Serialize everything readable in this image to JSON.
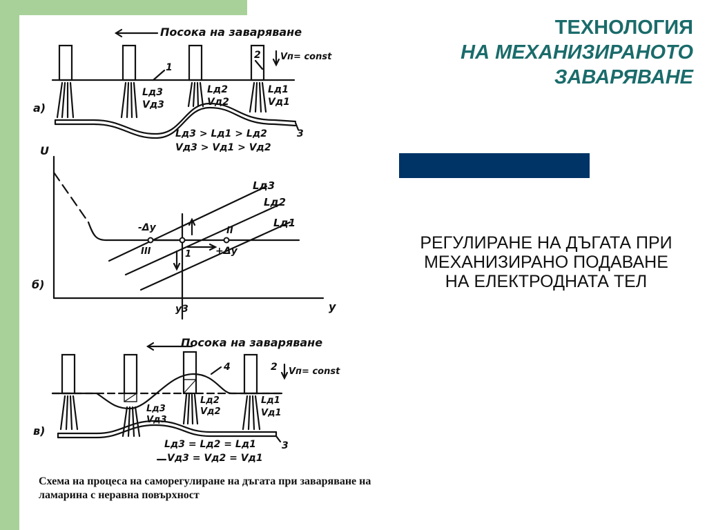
{
  "slide": {
    "title_lines": [
      "ТЕХНОЛОГИЯ",
      "НА МЕХАНИЗИРАНОТО",
      "ЗАВАРЯВАНЕ"
    ],
    "subtitle": "РЕГУЛИРАНЕ НА ДЪГАТА ПРИ МЕХАНИЗИРАНО ПОДАВАНЕ НА ЕЛЕКТРОДНАТА ТЕЛ",
    "colors": {
      "title": "#1b6b6b",
      "bar": "#003366",
      "strip": "#a8d19a"
    }
  },
  "figure": {
    "direction_label": "Посока на заваряване",
    "feed_label": "Vп= const",
    "panel_a": {
      "marker": "а)",
      "callouts": [
        "1",
        "2",
        "3"
      ],
      "labels": [
        "Lд3",
        "Vд3",
        "Lд2",
        "Vд2",
        "Lд1",
        "Vд1"
      ],
      "relation_l": "Lд3 > Lд1 > Lд2",
      "relation_v": "Vд3 > Vд1 > Vд2"
    },
    "panel_b": {
      "marker": "б)",
      "y_axis": "U",
      "x_axis": "y",
      "x_mark": "y3",
      "lines": [
        "Lд3",
        "Lд2",
        "Lд1"
      ],
      "points": [
        "III",
        "1",
        "II"
      ],
      "delta_minus": "-Δy",
      "delta_plus": "+Δy"
    },
    "panel_c": {
      "marker": "в)",
      "callouts": [
        "2",
        "3",
        "4"
      ],
      "labels": [
        "Lд3",
        "Vд3",
        "Lд2",
        "Vд2",
        "Lд1",
        "Vд1"
      ],
      "relation_l": "Lд3 = Lд2 = Lд1",
      "relation_v": "Vд3 = Vд2 = Vд1"
    },
    "caption": "Схема на процеса на саморегулиране на дъгата при заваряване на ламарина с неравна повърхност"
  }
}
